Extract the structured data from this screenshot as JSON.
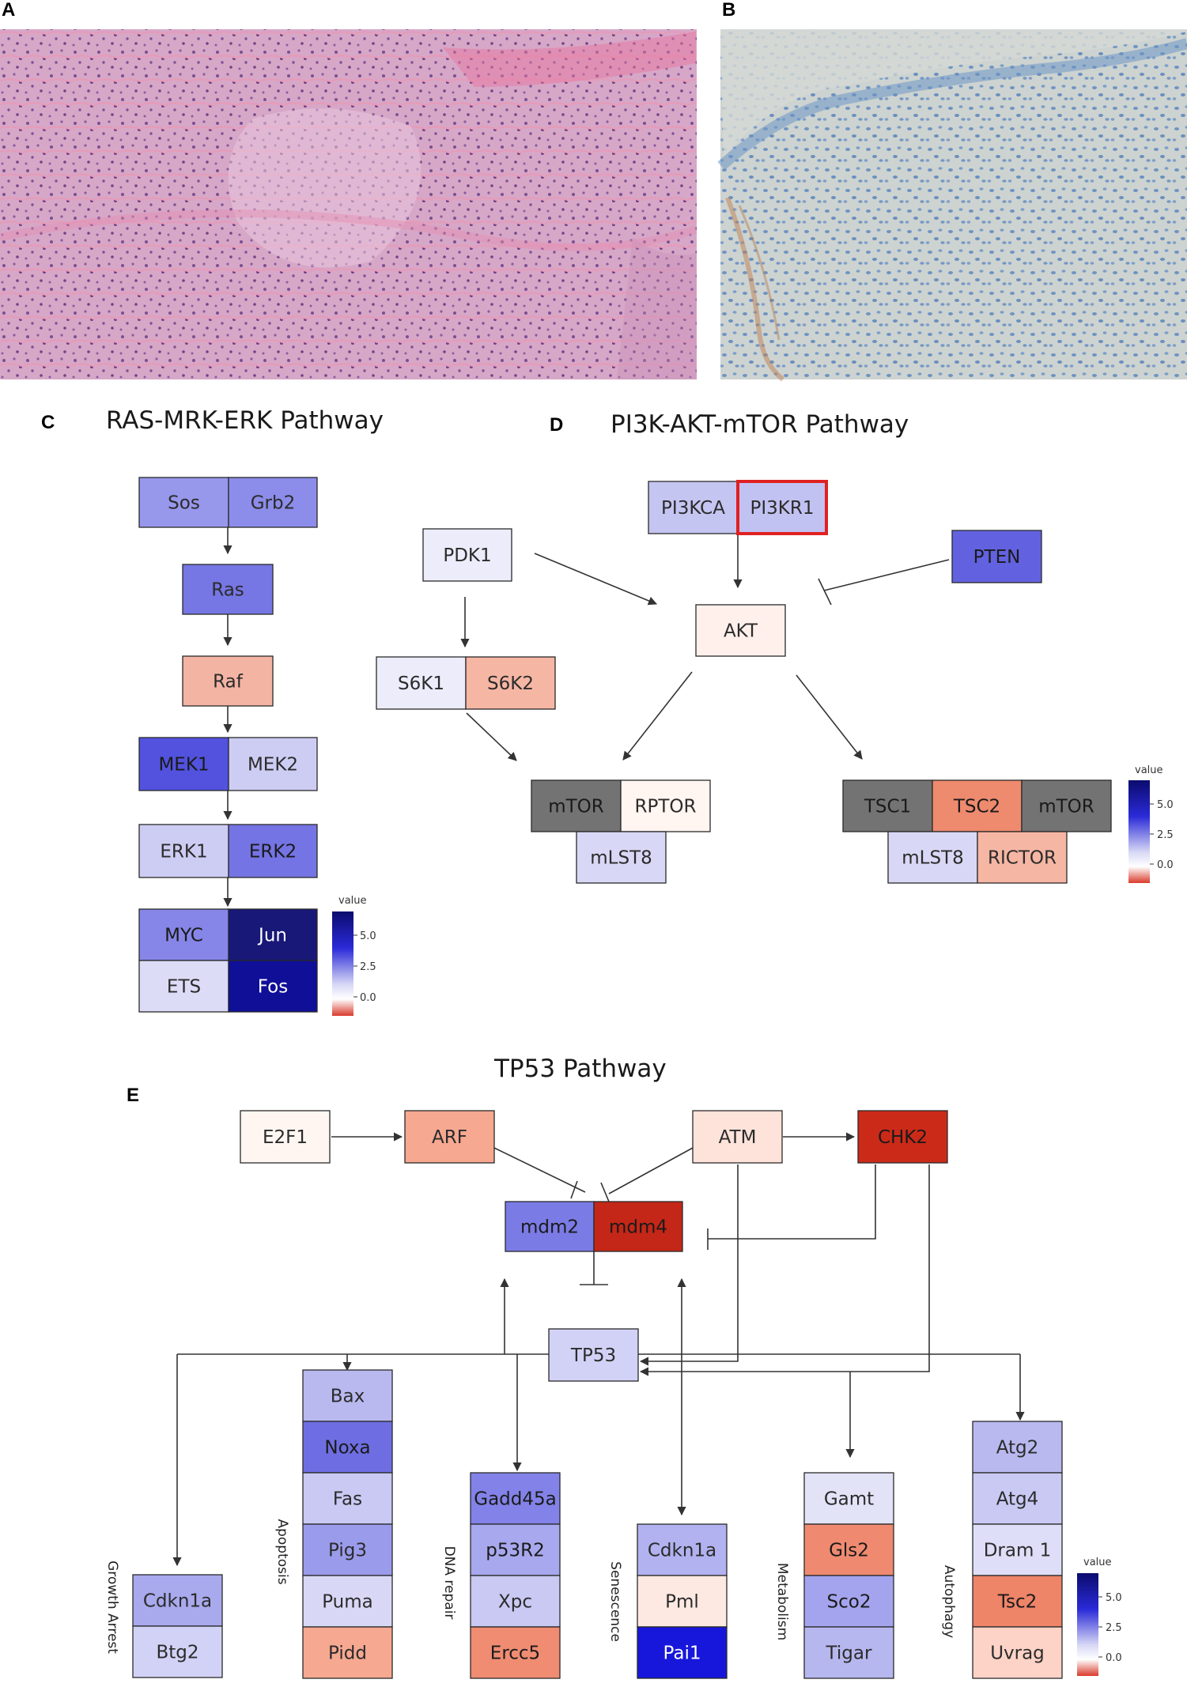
{
  "panels": {
    "a": {
      "letter": "A",
      "image": "H&E stained tissue section"
    },
    "b": {
      "letter": "B",
      "image": "immunohistochemistry stained tissue section"
    },
    "c": {
      "letter": "C",
      "title": "RAS-MRK-ERK Pathway"
    },
    "d": {
      "letter": "D",
      "title": "PI3K-AKT-mTOR Pathway"
    },
    "e": {
      "letter": "E",
      "title": "TP53 Pathway"
    }
  },
  "legend": {
    "title": "value",
    "ticks": [
      "5.0",
      "2.5",
      "0.0"
    ]
  },
  "colors": {
    "red_outline": "#e02020",
    "grey_node": "#737373",
    "scale_high": "#0b0b6e",
    "scale_mid": "#ffffff",
    "scale_low": "#d93a2b"
  },
  "nodes": {
    "sos": "Sos",
    "grb2": "Grb2",
    "ras": "Ras",
    "raf": "Raf",
    "mek1": "MEK1",
    "mek2": "MEK2",
    "erk1": "ERK1",
    "erk2": "ERK2",
    "myc": "MYC",
    "jun": "Jun",
    "ets": "ETS",
    "fos": "Fos",
    "pi3kca": "PI3KCA",
    "pi3kr1": "PI3KR1",
    "pdk1": "PDK1",
    "pten": "PTEN",
    "akt": "AKT",
    "s6k1": "S6K1",
    "s6k2": "S6K2",
    "mtor_a": "mTOR",
    "rptor": "RPTOR",
    "mlst8_a": "mLST8",
    "tsc1": "TSC1",
    "tsc2": "TSC2",
    "mtor_b": "mTOR",
    "mlst8_b": "mLST8",
    "rictor": "RICTOR",
    "e2f1": "E2F1",
    "arf": "ARF",
    "atm": "ATM",
    "chk2": "CHK2",
    "mdm2": "mdm2",
    "mdm4": "mdm4",
    "tp53": "TP53",
    "ga_cdkn1a": "Cdkn1a",
    "ga_btg2": "Btg2",
    "ap_bax": "Bax",
    "ap_noxa": "Noxa",
    "ap_fas": "Fas",
    "ap_pig3": "Pig3",
    "ap_puma": "Puma",
    "ap_pidd": "Pidd",
    "dr_gadd45a": "Gadd45a",
    "dr_p53r2": "p53R2",
    "dr_xpc": "Xpc",
    "dr_ercc5": "Ercc5",
    "se_cdkn1a": "Cdkn1a",
    "se_pml": "Pml",
    "se_pai1": "Pai1",
    "me_gamt": "Gamt",
    "me_gls2": "Gls2",
    "me_sco2": "Sco2",
    "me_tigar": "Tigar",
    "au_atg2": "Atg2",
    "au_atg4": "Atg4",
    "au_dram1": "Dram 1",
    "au_tsc2": "Tsc2",
    "au_uvrag": "Uvrag"
  },
  "categories": {
    "growth_arrest": "Growth Arrest",
    "apoptosis": "Apoptosis",
    "dna_repair": "DNA repair",
    "senescence": "Senescence",
    "metabolism": "Metabolism",
    "autophagy": "Autophagy"
  }
}
